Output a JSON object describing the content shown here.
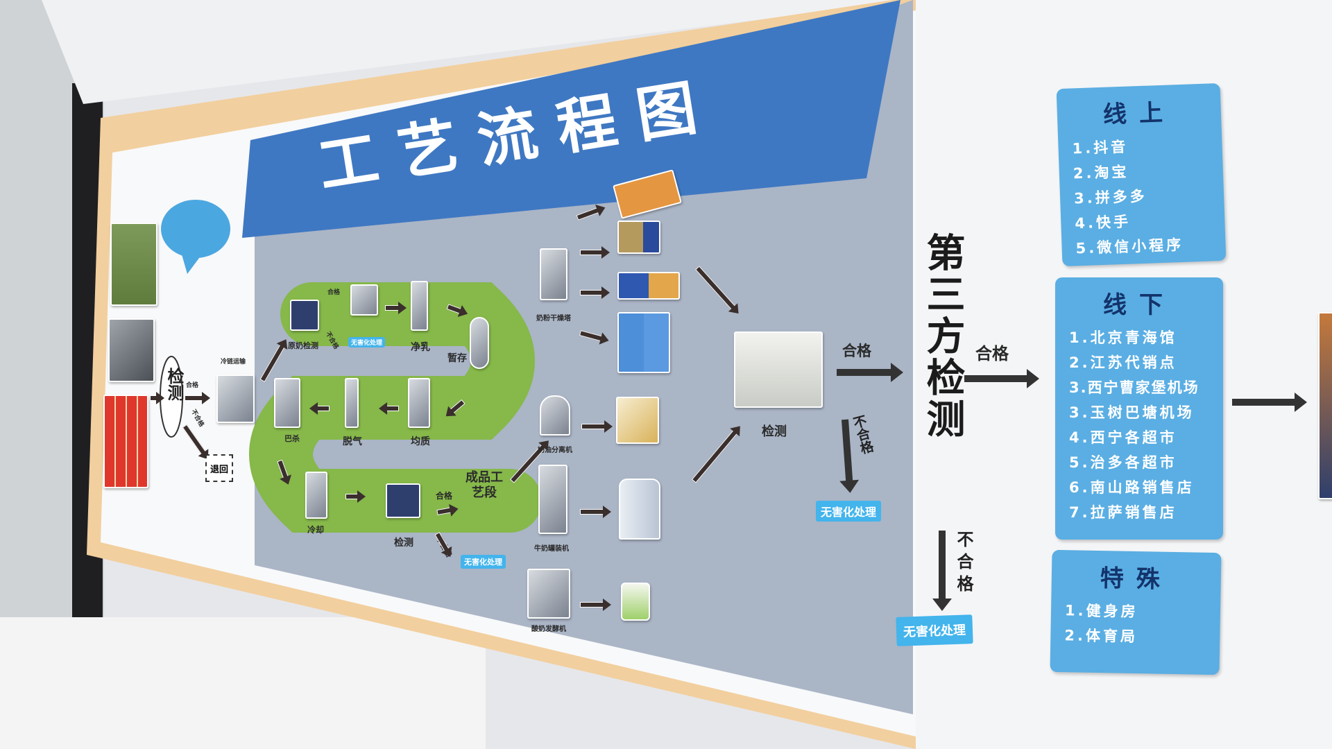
{
  "poster": {
    "title": "工艺流程图",
    "source_section": {
      "check_label": "检测",
      "pass_label": "合格",
      "fail_label": "不合格",
      "return_label": "退回",
      "transport_label": "冷链运输"
    },
    "loop": {
      "raw_milk_test": "原奶检测",
      "pass_label": "合格",
      "fail_label": "不合格",
      "harmless_top": "无害化处理",
      "purify": "净乳",
      "storage": "暂存",
      "homogenize": "均质",
      "degas": "脱气",
      "pasteurize": "巴杀",
      "cool": "冷却",
      "test": "检测",
      "pass_bottom": "合格",
      "fail_bottom": "不合格",
      "harmless_bottom": "无害化处理",
      "finished_stage": "成品工艺段"
    },
    "machines": [
      "奶粉干燥塔",
      "奶油分离机",
      "牛奶罐装机",
      "酸奶发酵机"
    ],
    "inspection": {
      "label": "检测",
      "pass_label": "合格",
      "fail_label": "不合格",
      "harmless": "无害化处理"
    },
    "third_party": {
      "label": "第三方检测",
      "pass_label": "合格",
      "fail_label": "不合格",
      "harmless": "无害化处理"
    },
    "online": {
      "title": "线上",
      "items": [
        "1.抖音",
        "2.淘宝",
        "3.拼多多",
        "4.快手",
        "5.微信小程序"
      ]
    },
    "offline": {
      "title": "线下",
      "items": [
        "1.北京青海馆",
        "2.江苏代销点",
        "3.西宁曹家堡机场",
        "3.玉树巴塘机场",
        "4.西宁各超市",
        "5.治多各超市",
        "6.南山路销售店",
        "7.拉萨销售店"
      ]
    },
    "special": {
      "title": "特殊",
      "items": [
        "1.健身房",
        "2.体育局"
      ]
    }
  },
  "colors": {
    "panel_blue": "#5aaee3",
    "banner_blue": "#3f78c2",
    "board_gray": "#aab5c6",
    "frame_beige": "#f2cf9e",
    "loop_green": "#86b84a"
  }
}
